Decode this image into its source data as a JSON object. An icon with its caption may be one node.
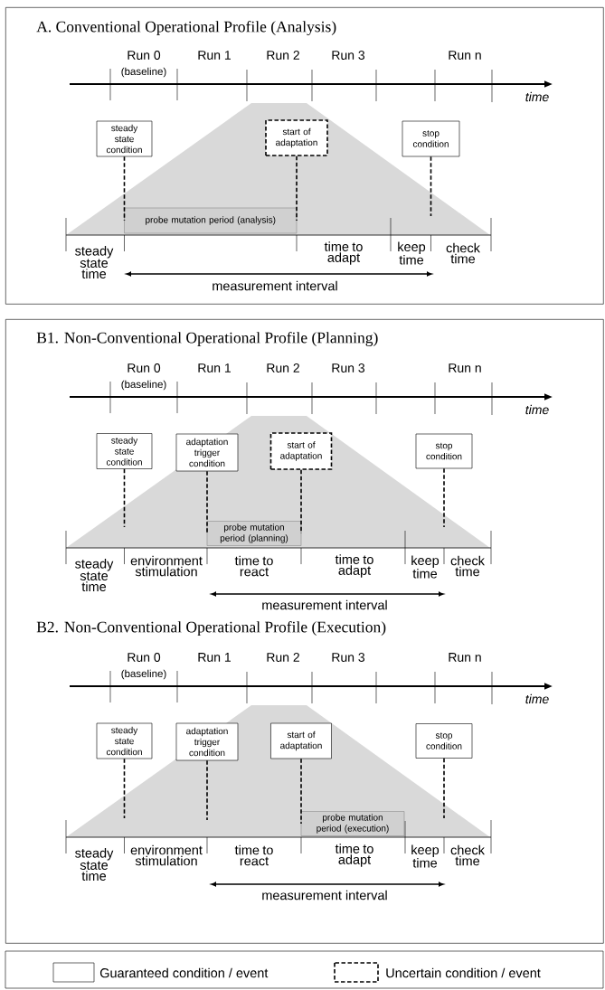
{
  "diagram": {
    "nodes": [
      {
        "text": [
          "A. Conventional Operational Profile (Analysis)"
        ]
      },
      {
        "text": [
          "steady state condition"
        ],
        "in": 0
      },
      {
        "text": [
          "start of adaptation"
        ],
        "in": 0
      },
      {
        "text": [
          "stop condition"
        ],
        "in": 0
      },
      {
        "text": [
          "probe mutation period (analysis)"
        ],
        "in": 0
      },
      {
        "text": [
          "B1. Non-Conventional Operational Profile (Planning)",
          "B2. Non-Conventional Operational Profile (Execution)"
        ]
      },
      {
        "text": [
          "steady state condition"
        ],
        "in": 5
      },
      {
        "text": [
          "adaptation trigger condition"
        ],
        "in": 5
      },
      {
        "text": [
          "start of adaptation"
        ],
        "in": 5
      },
      {
        "text": [
          "stop condition"
        ],
        "in": 5
      },
      {
        "text": [
          "probe mutation period (planning)"
        ],
        "in": 5
      },
      {
        "text": [
          "steady state condition"
        ],
        "in": 5
      },
      {
        "text": [
          "adaptation trigger condition"
        ],
        "in": 5
      },
      {
        "text": [
          "start of adaptation"
        ],
        "in": 5
      },
      {
        "text": [
          "stop condition"
        ],
        "in": 5
      },
      {
        "text": [
          "probe mutation period (execution)"
        ],
        "in": 5
      }
    ],
    "edges": [
      {
        "from": 1,
        "to": 4,
        "arrow": "none",
        "style": "dashed"
      },
      {
        "from": 2,
        "to": 4,
        "arrow": "none",
        "style": "dashed"
      },
      {
        "from": 3,
        "to": null,
        "arrow": "none",
        "style": "dashed"
      },
      {
        "from": 6,
        "to": null,
        "arrow": "none",
        "style": "dashed"
      },
      {
        "from": 7,
        "to": 10,
        "arrow": "none",
        "style": "dashed"
      },
      {
        "from": 8,
        "to": 10,
        "arrow": "none",
        "style": "dashed"
      },
      {
        "from": 9,
        "to": null,
        "arrow": "none",
        "style": "dashed"
      },
      {
        "from": 11,
        "to": null,
        "arrow": "none",
        "style": "dashed"
      },
      {
        "from": 12,
        "to": null,
        "arrow": "none",
        "style": "dashed"
      },
      {
        "from": 13,
        "to": 15,
        "arrow": "none",
        "style": "dashed"
      },
      {
        "from": 14,
        "to": null,
        "arrow": "none",
        "style": "dashed"
      }
    ],
    "labels": [
      "Run 0",
      "Run 1",
      "Run 2",
      "Run 3",
      "Run n",
      "(baseline)",
      "time",
      "steady state time",
      "time to adapt",
      "keep time",
      "check time",
      "measurement interval",
      "Run 0",
      "Run 1",
      "Run 2",
      "Run 3",
      "Run n",
      "(baseline)",
      "time",
      "steady state time",
      "environment stimulation",
      "time to react",
      "time to adapt",
      "keep time",
      "check time",
      "measurement interval",
      "Run 0",
      "Run 1",
      "Run 2",
      "Run 3",
      "Run n",
      "(baseline)",
      "time",
      "steady state time",
      "environment stimulation",
      "time to react",
      "time to adapt",
      "keep time",
      "check time",
      "measurement interval"
    ],
    "legend": [
      {
        "text": "Guaranteed condition / event"
      },
      {
        "text": "Uncertain condition / event"
      }
    ]
  }
}
